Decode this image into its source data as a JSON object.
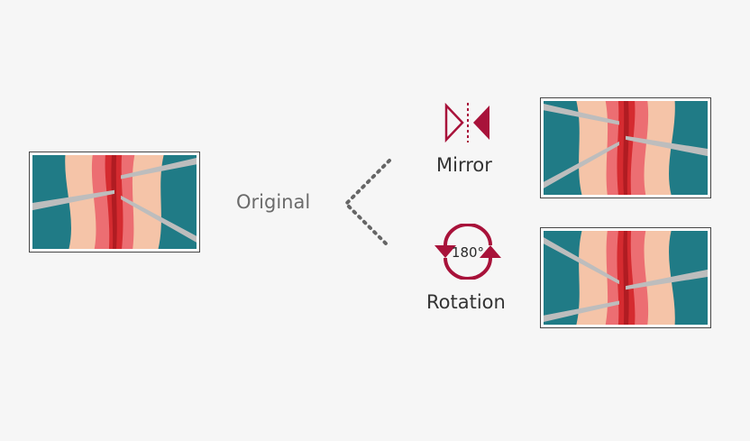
{
  "labels": {
    "original": "Original",
    "mirror": "Mirror",
    "rotation": "Rotation"
  },
  "icons": {
    "mirror": "mirror-flip-icon",
    "rotation": "rotate-180-icon",
    "rotation_text": "180°",
    "connector": "dotted-chevron-arrow"
  },
  "colors": {
    "accent": "#a8123a",
    "teal": "#207b86",
    "skin": "#f5c4a8",
    "tissue": "#e75a62",
    "wound": "#d2282e",
    "tool": "#b8b8b8"
  }
}
